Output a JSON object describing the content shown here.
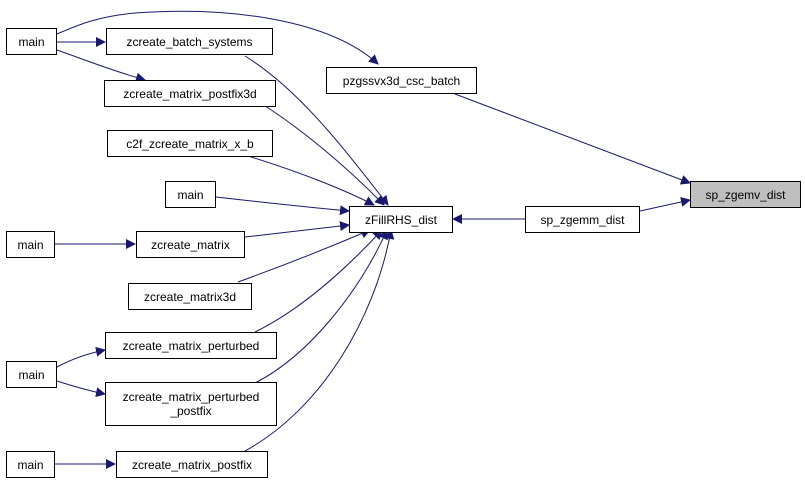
{
  "graph": {
    "edge_color": "#191970",
    "highlight_fill": "#bfbfbf",
    "nodes": {
      "main1": "main",
      "zcreate_batch_systems": "zcreate_batch_systems",
      "pzgssvx3d_csc_batch": "pzgssvx3d_csc_batch",
      "zcreate_matrix_postfix3d": "zcreate_matrix_postfix3d",
      "c2f_zcreate_matrix_x_b": "c2f_zcreate_matrix_x_b",
      "main2": "main",
      "sp_zgemv_dist": "sp_zgemv_dist",
      "zFillRHS_dist": "zFillRHS_dist",
      "sp_zgemm_dist": "sp_zgemm_dist",
      "main3": "main",
      "zcreate_matrix": "zcreate_matrix",
      "zcreate_matrix3d": "zcreate_matrix3d",
      "zcreate_matrix_perturbed": "zcreate_matrix_perturbed",
      "main4": "main",
      "zcreate_matrix_perturbed_postfix": "zcreate_matrix_perturbed\n_postfix",
      "main5": "main",
      "zcreate_matrix_postfix": "zcreate_matrix_postfix"
    }
  }
}
